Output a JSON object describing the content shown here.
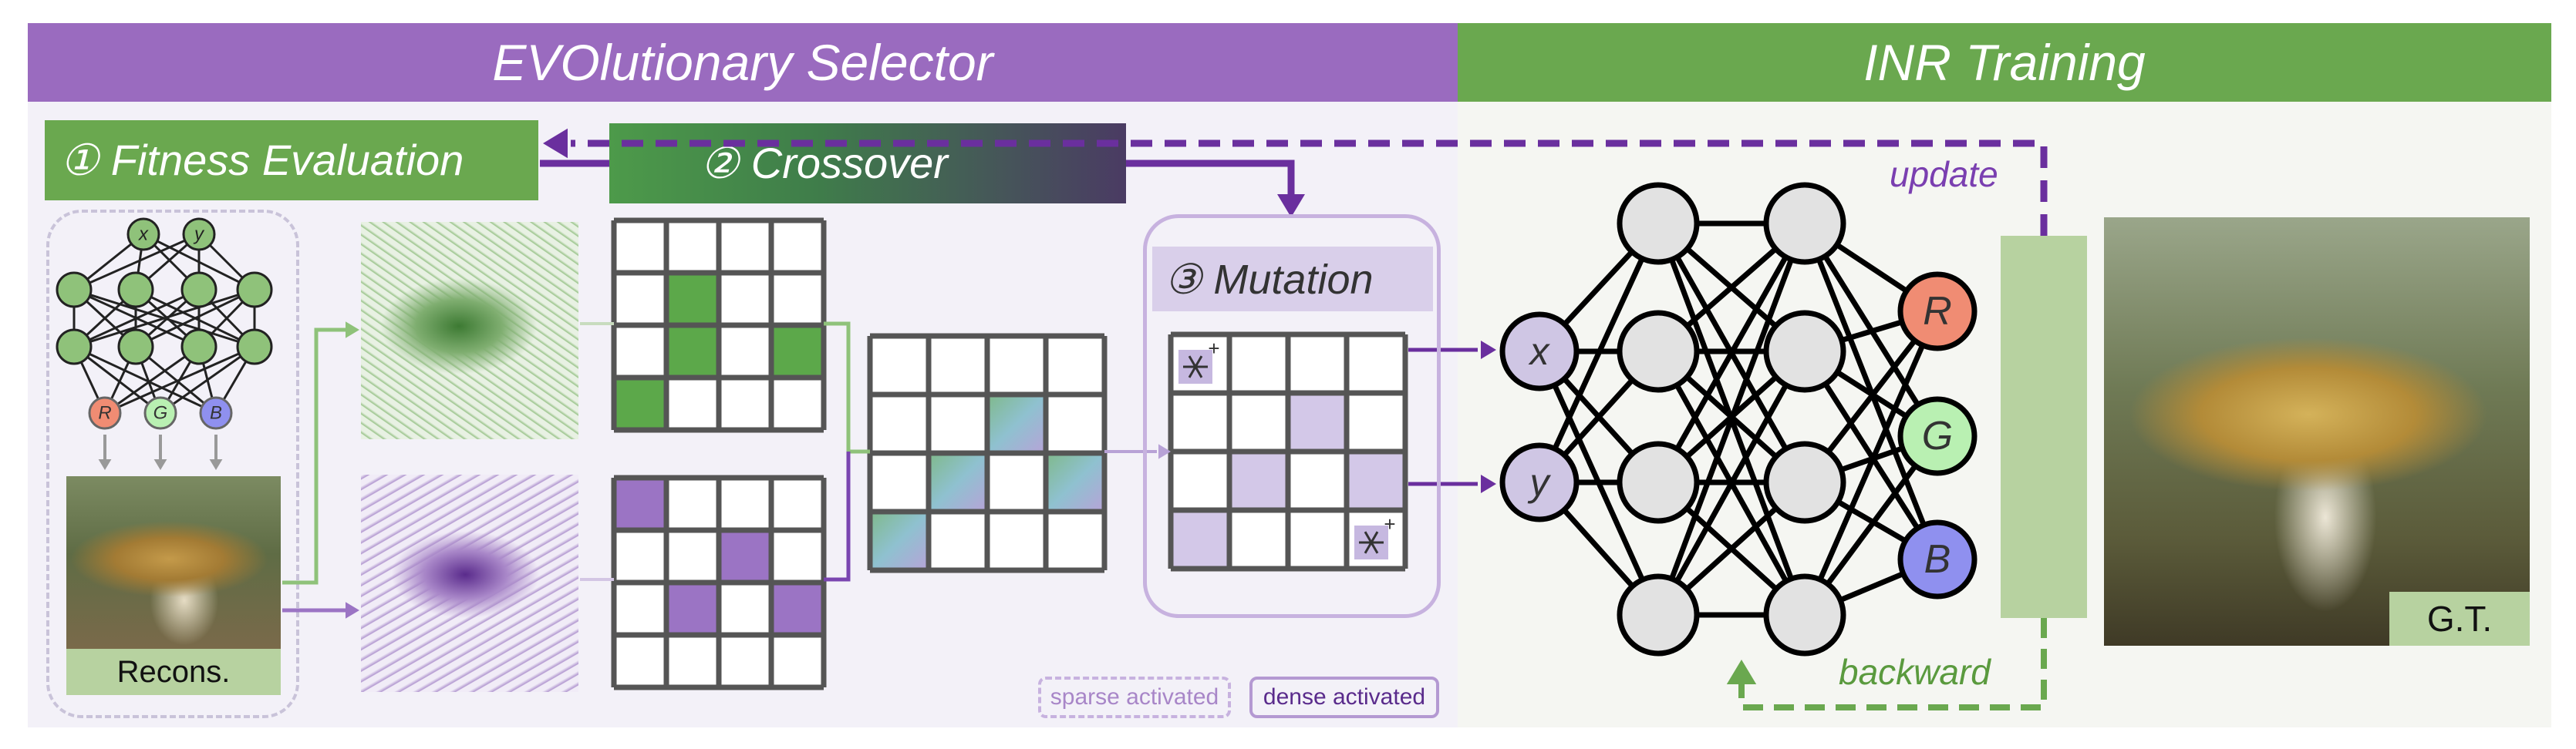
{
  "headers": {
    "left": "EVOlutionary Selector",
    "right": "INR Training"
  },
  "steps": {
    "fitness": "① Fitness Evaluation",
    "crossover": "② Crossover",
    "mutation": "③ Mutation"
  },
  "mini_net": {
    "inputs": [
      "x",
      "y"
    ],
    "outputs": [
      "R",
      "G",
      "B"
    ]
  },
  "recons_label": "Recons.",
  "inr_net": {
    "inputs": [
      "x",
      "y"
    ],
    "outputs": [
      "R",
      "G",
      "B"
    ],
    "operator": "−"
  },
  "flow_labels": {
    "update": "update",
    "backward": "backward"
  },
  "gt_label": "G.T.",
  "legend": {
    "sparse": "sparse activated",
    "dense": "dense activated"
  },
  "grids": {
    "green_active": [
      [
        1,
        1
      ],
      [
        2,
        1
      ],
      [
        2,
        3
      ],
      [
        3,
        0
      ]
    ],
    "purple_active": [
      [
        0,
        0
      ],
      [
        1,
        2
      ],
      [
        2,
        1
      ],
      [
        2,
        3
      ]
    ],
    "mixed_active": [
      [
        1,
        2
      ],
      [
        2,
        1
      ],
      [
        2,
        3
      ],
      [
        3,
        0
      ]
    ],
    "mutation_active": [
      [
        1,
        2
      ],
      [
        2,
        1
      ],
      [
        2,
        3
      ],
      [
        3,
        0
      ]
    ],
    "mutation_icons": [
      [
        0,
        0
      ],
      [
        3,
        3
      ]
    ]
  },
  "colors": {
    "purple": "#9a6bbf",
    "purple_dark": "#6a2f9e",
    "green": "#6aa84f",
    "green_light": "#5ca84a",
    "left_bg": "#f4f2f9",
    "right_bg": "#f5f6f2",
    "output_R": "#f08c73",
    "output_G": "#b9f0b2",
    "output_B": "#8f90ef"
  }
}
